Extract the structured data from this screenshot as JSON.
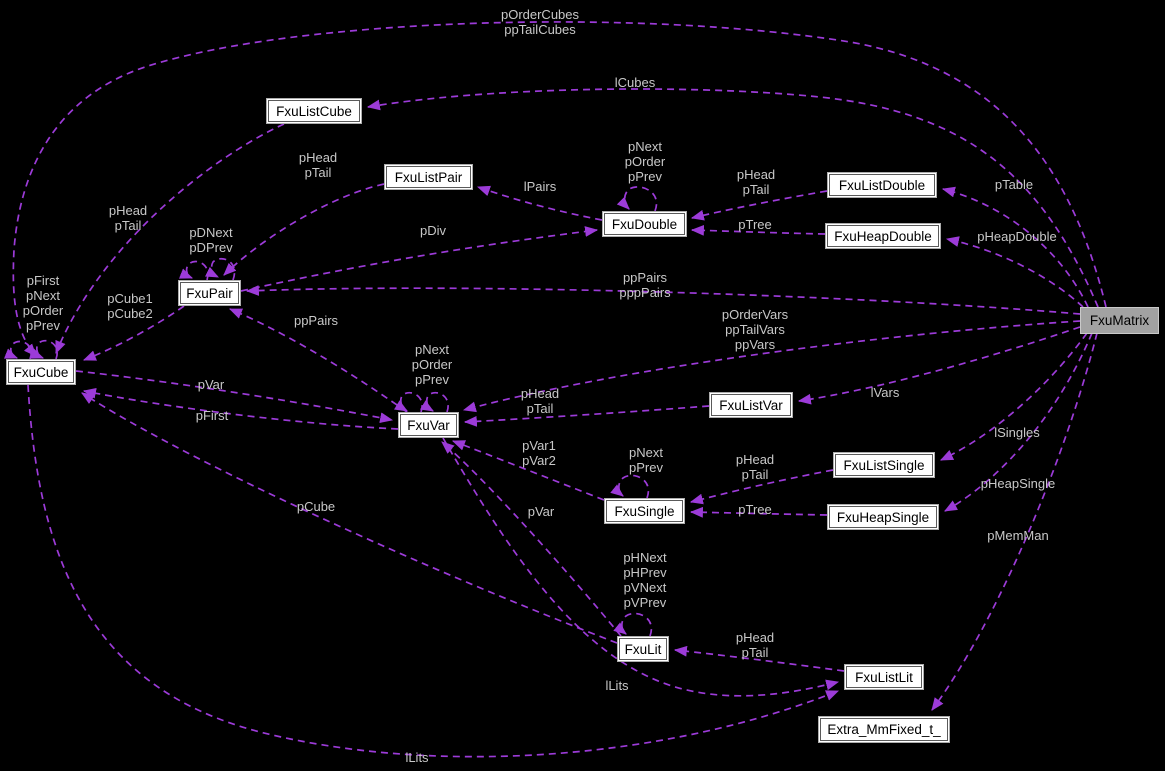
{
  "diagram_type": "doxygen-collaboration-graph",
  "colors": {
    "background": "#000000",
    "edge": "#9c3bd8",
    "edge_label_text": "#c8c8c8",
    "node_fill": "#ffffff",
    "node_border": "#adadad",
    "node_text": "#000000",
    "highlight_node_fill": "#a2a2a2",
    "highlight_node_border": "#c9c9c9"
  },
  "nodes": [
    {
      "label": "FxuListCube"
    },
    {
      "label": "FxuListPair"
    },
    {
      "label": "FxuDouble"
    },
    {
      "label": "FxuListDouble"
    },
    {
      "label": "FxuHeapDouble"
    },
    {
      "label": "FxuMatrix",
      "highlight": true
    },
    {
      "label": "FxuPair"
    },
    {
      "label": "FxuCube"
    },
    {
      "label": "FxuVar"
    },
    {
      "label": "FxuListVar"
    },
    {
      "label": "FxuSingle"
    },
    {
      "label": "FxuListSingle"
    },
    {
      "label": "FxuHeapSingle"
    },
    {
      "label": "FxuLit"
    },
    {
      "label": "FxuListLit"
    },
    {
      "label": "Extra_MmFixed_t_"
    }
  ],
  "labels": [
    {
      "text": "pOrderCubes\nppTailCubes"
    },
    {
      "text": "lCubes"
    },
    {
      "text": "pHead\npTail"
    },
    {
      "text": "pNext\npOrder\npPrev"
    },
    {
      "text": "pHead\npTail"
    },
    {
      "text": "lPairs"
    },
    {
      "text": "pTable"
    },
    {
      "text": "pHead\npTail"
    },
    {
      "text": "pDNext\npDPrev"
    },
    {
      "text": "pDiv"
    },
    {
      "text": "pTree"
    },
    {
      "text": "pHeapDouble"
    },
    {
      "text": "pFirst\npNext\npOrder\npPrev"
    },
    {
      "text": "pCube1\npCube2"
    },
    {
      "text": "ppPairs\npppPairs"
    },
    {
      "text": "pOrderVars\nppTailVars\nppVars"
    },
    {
      "text": "ppPairs"
    },
    {
      "text": "pNext\npOrder\npPrev"
    },
    {
      "text": "pHead\npTail"
    },
    {
      "text": "lVars"
    },
    {
      "text": "pVar"
    },
    {
      "text": "pFirst"
    },
    {
      "text": "lSingles"
    },
    {
      "text": "pVar1\npVar2"
    },
    {
      "text": "pNext\npPrev"
    },
    {
      "text": "pHead\npTail"
    },
    {
      "text": "pHeapSingle"
    },
    {
      "text": "pTree"
    },
    {
      "text": "pCube"
    },
    {
      "text": "pVar"
    },
    {
      "text": "pMemMan"
    },
    {
      "text": "pHNext\npHPrev\npVNext\npVPrev"
    },
    {
      "text": "pHead\npTail"
    },
    {
      "text": "lLits"
    },
    {
      "text": "lLits"
    }
  ]
}
